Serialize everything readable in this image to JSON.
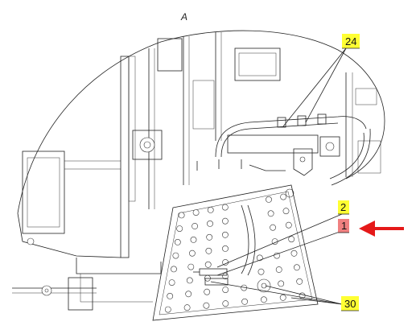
{
  "view_label": "A",
  "callouts": [
    {
      "text": "24",
      "highlight": "yellow"
    },
    {
      "text": "2",
      "highlight": "yellow"
    },
    {
      "text": "1",
      "highlight": "red"
    },
    {
      "text": "30",
      "highlight": "yellow"
    }
  ],
  "colors": {
    "yellow": "#ffff33",
    "red": "#f08080",
    "arrow": "#e51919",
    "line": "#222222"
  }
}
